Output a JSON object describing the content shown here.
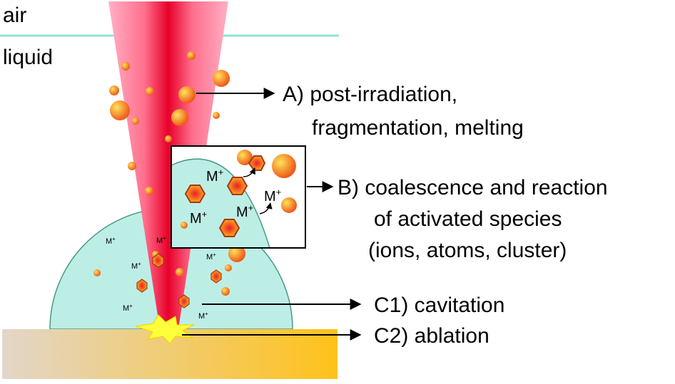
{
  "labels": {
    "air": "air",
    "liquid": "liquid",
    "a_line1": "A) post-irradiation,",
    "a_line2": "fragmentation, melting",
    "b_line1": "B) coalescence and reaction",
    "b_line2": "of activated species",
    "b_line3": "(ions, atoms, cluster)",
    "c1": "C1) cavitation",
    "c2": "C2) ablation",
    "ion": "M",
    "ion_charge": "+"
  },
  "colors": {
    "surface_line": "#8fe3dc",
    "bubble_fill": "#bdeee6",
    "bubble_stroke": "#4a9a86",
    "beam_outer": "#ff8fb0",
    "beam_core": "#e8002a",
    "particle_light": "#ffe35a",
    "particle_dark": "#ef5a1a",
    "substrate_left": "#e2d6c9",
    "substrate_right": "#ffc21a",
    "ablation_spark": "#ffff3a",
    "hexagon_stroke": "#a43a10"
  }
}
